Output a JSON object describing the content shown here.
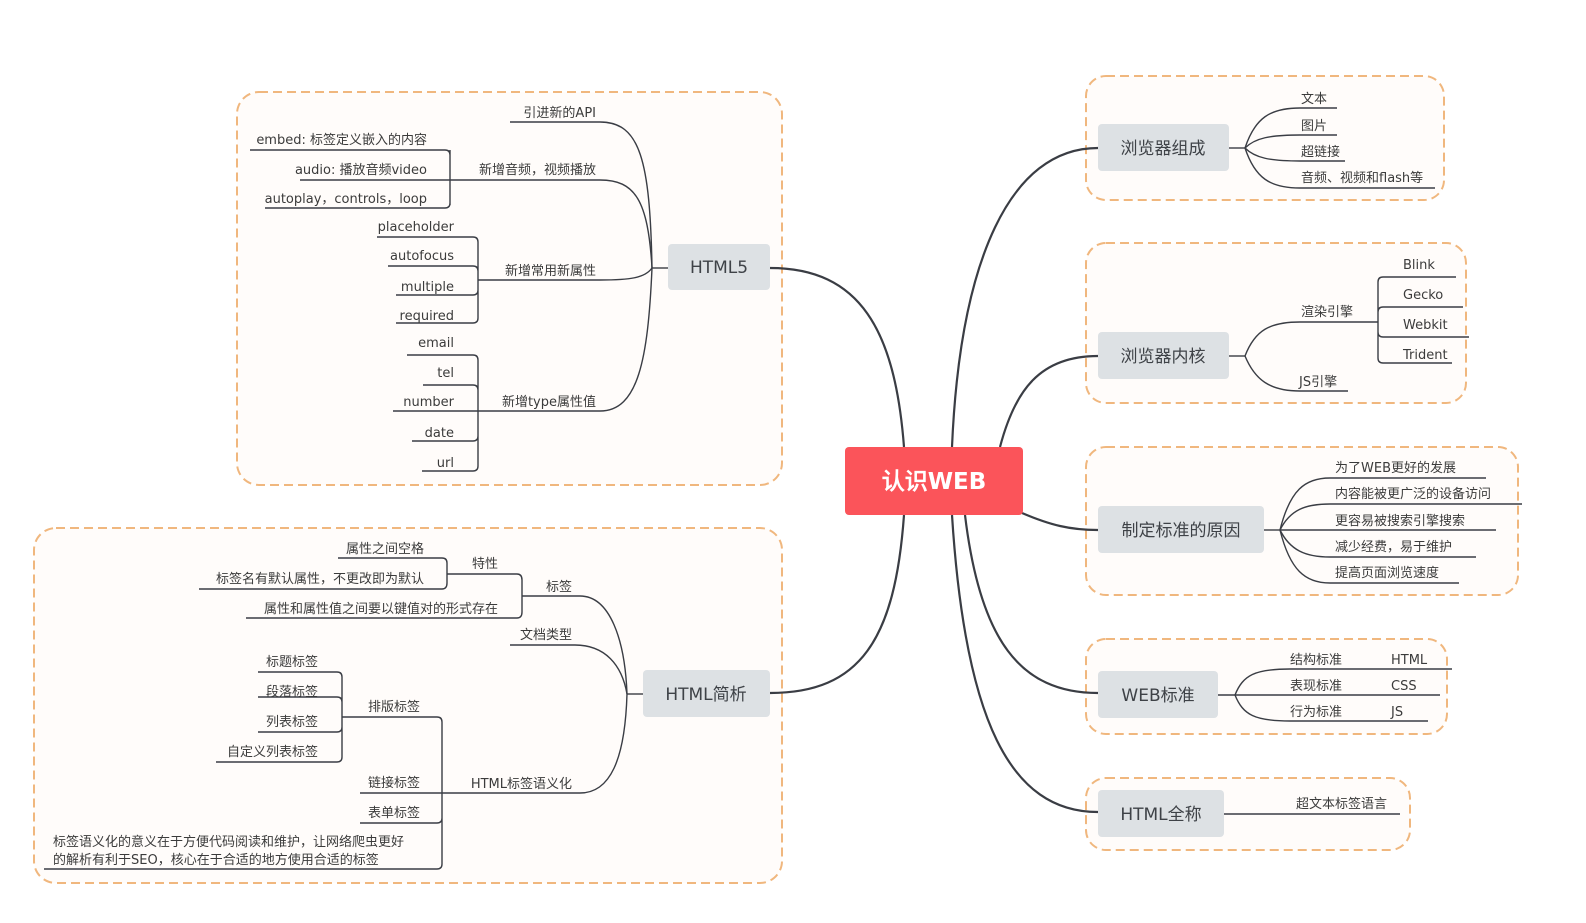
{
  "root": {
    "label": "认识WEB",
    "color": "#fb545a"
  },
  "colors": {
    "boundary": "#f0b77e",
    "topic": "#dde1e4",
    "line": "#3a3d44"
  },
  "html5": {
    "label": "HTML5",
    "api": "引进新的API",
    "media": {
      "label": "新增音频，视频播放",
      "items": [
        "embed: 标签定义嵌入的内容",
        "audio: 播放音频video",
        "autoplay，controls，loop"
      ]
    },
    "attrs": {
      "label": "新增常用新属性",
      "items": [
        "placeholder",
        "autofocus",
        "multiple",
        "required"
      ]
    },
    "types": {
      "label": "新增type属性值",
      "items": [
        "email",
        "tel",
        "number",
        "date",
        "url"
      ]
    }
  },
  "htmlintro": {
    "label": "HTML简析",
    "tag": {
      "label": "标签",
      "feature": {
        "label": "特性",
        "items": [
          "属性之间空格",
          "标签名有默认属性，不更改即为默认"
        ]
      },
      "kv": "属性和属性值之间要以键值对的形式存在"
    },
    "doctype": "文档类型",
    "semantic": {
      "label": "HTML标签语义化",
      "layout": {
        "label": "排版标签",
        "items": [
          "标题标签",
          "段落标签",
          "列表标签",
          "自定义列表标签"
        ]
      },
      "link": "链接标签",
      "form": "表单标签",
      "note": [
        "标签语义化的意义在于方便代码阅读和维护，让网络爬虫更好",
        "的解析有利于SEO，核心在于合适的地方使用合适的标签"
      ]
    }
  },
  "browser": {
    "label": "浏览器组成",
    "items": [
      "文本",
      "图片",
      "超链接",
      "音频、视频和flash等"
    ]
  },
  "kernel": {
    "label": "浏览器内核",
    "render": {
      "label": "渲染引擎",
      "items": [
        "Blink",
        "Gecko",
        "Webkit",
        "Trident"
      ]
    },
    "js": "JS引擎"
  },
  "reason": {
    "label": "制定标准的原因",
    "items": [
      "为了WEB更好的发展",
      "内容能被更广泛的设备访问",
      "更容易被搜索引擎搜索",
      "减少经费，易于维护",
      "提高页面浏览速度"
    ]
  },
  "webstd": {
    "label": "WEB标准",
    "items": [
      {
        "name": "结构标准",
        "value": "HTML"
      },
      {
        "name": "表现标准",
        "value": "CSS"
      },
      {
        "name": "行为标准",
        "value": "JS"
      }
    ]
  },
  "fullname": {
    "label": "HTML全称",
    "value": "超文本标签语言"
  }
}
